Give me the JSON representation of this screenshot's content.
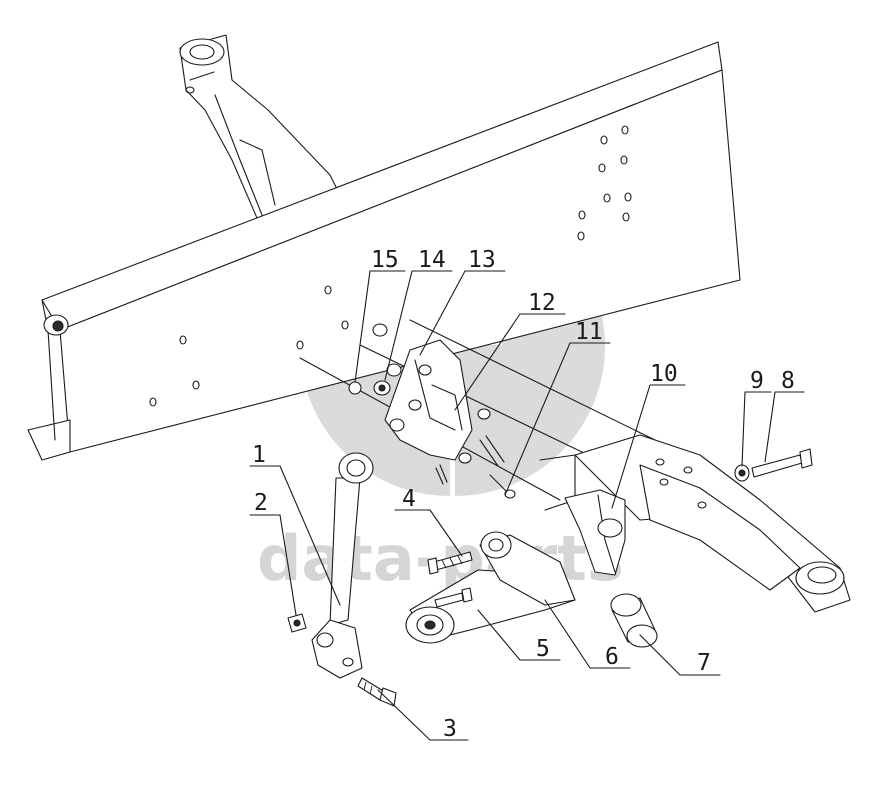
{
  "watermark": {
    "text": "data-parts",
    "color": "#c8c8c8"
  },
  "callouts": [
    {
      "num": "1"
    },
    {
      "num": "2"
    },
    {
      "num": "3"
    },
    {
      "num": "4"
    },
    {
      "num": "5"
    },
    {
      "num": "6"
    },
    {
      "num": "7"
    },
    {
      "num": "8"
    },
    {
      "num": "9"
    },
    {
      "num": "10"
    },
    {
      "num": "11"
    },
    {
      "num": "12"
    },
    {
      "num": "13"
    },
    {
      "num": "14"
    },
    {
      "num": "15"
    }
  ],
  "line_color": "#1a1a1a"
}
